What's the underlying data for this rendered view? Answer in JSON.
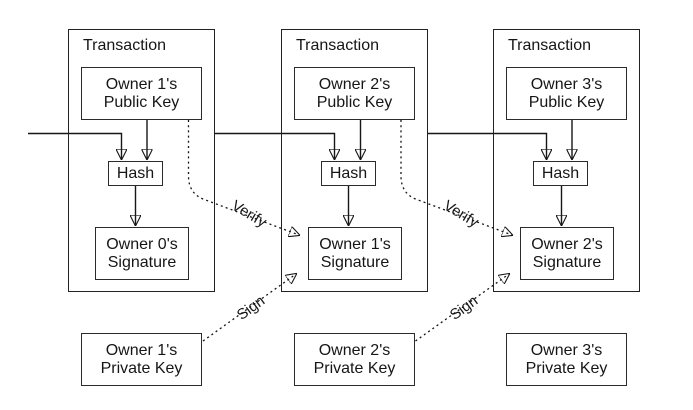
{
  "labels": {
    "verify": "Verify",
    "sign": "Sign"
  },
  "transactions": [
    {
      "title": "Transaction",
      "public_key": "Owner 1's\nPublic Key",
      "hash": "Hash",
      "signature": "Owner 0's\nSignature",
      "private_key": "Owner 1's\nPrivate Key"
    },
    {
      "title": "Transaction",
      "public_key": "Owner 2's\nPublic Key",
      "hash": "Hash",
      "signature": "Owner 1's\nSignature",
      "private_key": "Owner 2's\nPrivate Key"
    },
    {
      "title": "Transaction",
      "public_key": "Owner 3's\nPublic Key",
      "hash": "Hash",
      "signature": "Owner 2's\nSignature",
      "private_key": "Owner 3's\nPrivate Key"
    }
  ],
  "colors": {
    "ink": "#161616",
    "box_border": "#2b2b2b",
    "background": "#ffffff"
  }
}
